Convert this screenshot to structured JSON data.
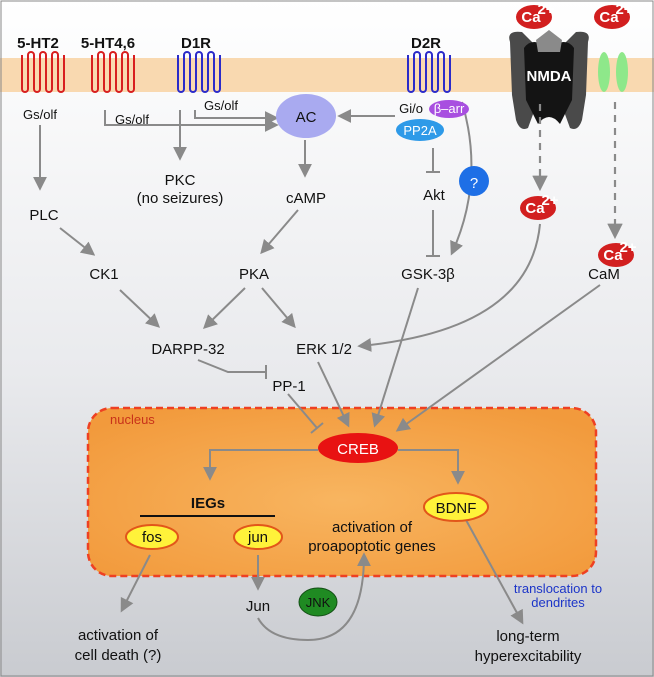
{
  "receptors": {
    "ht2": "5-HT2",
    "ht46": "5-HT4,6",
    "d1r": "D1R",
    "d2r": "D2R",
    "nmda": "NMDA"
  },
  "gproteins": {
    "gs_ht2": "Gs/olf",
    "gs_ht46": "Gs/olf",
    "gs_d1r": "Gs/olf",
    "gi": "Gi/o",
    "barr": "β–arr",
    "pp2a": "PP2A"
  },
  "ions": {
    "ca_base": "Ca",
    "ca_sup": "2+"
  },
  "nodes": {
    "ac": "AC",
    "pkc_line1": "PKC",
    "pkc_line2": "(no seizures)",
    "camp": "cAMP",
    "akt": "Akt",
    "question": "?",
    "plc": "PLC",
    "ck1": "CK1",
    "pka": "PKA",
    "gsk": "GSK-3β",
    "cam": "CaM",
    "darpp": "DARPP-32",
    "erk": "ERK 1/2",
    "pp1": "PP-1"
  },
  "nucleus": {
    "label": "nucleus",
    "creb": "CREB",
    "iegs": "IEGs",
    "fos": "fos",
    "jun": "jun",
    "bdnf": "BDNF",
    "proapo_line1": "activation of",
    "proapo_line2": "proapoptotic genes"
  },
  "outputs": {
    "jun_protein": "Jun",
    "jnk": "JNK",
    "death_line1": "activation of",
    "death_line2": "cell death (?)",
    "transl_line1": "translocation to",
    "transl_line2": "dendrites",
    "hyper_line1": "long-term",
    "hyper_line2": "hyperexcitability"
  },
  "colors": {
    "membrane": "#f9d9b0",
    "serotonin_receptor": "#d81f1f",
    "dopamine_receptor": "#2b2bc9",
    "ac_fill": "#a9aaf0",
    "barr_fill": "#a84fe0",
    "pp2a_fill": "#2e9ae8",
    "question_fill": "#1e6fe6",
    "ca_fill": "#d21f1f",
    "channel_fill": "#8ee88a",
    "nucleus_fill": "#f6a046",
    "nucleus_border": "#ee4022",
    "creb_fill": "#e81212",
    "ieg_fill": "#fff23a",
    "jnk_fill": "#1f8a22",
    "arrow": "#8a8a8a",
    "transl_text": "#1c35c8"
  }
}
